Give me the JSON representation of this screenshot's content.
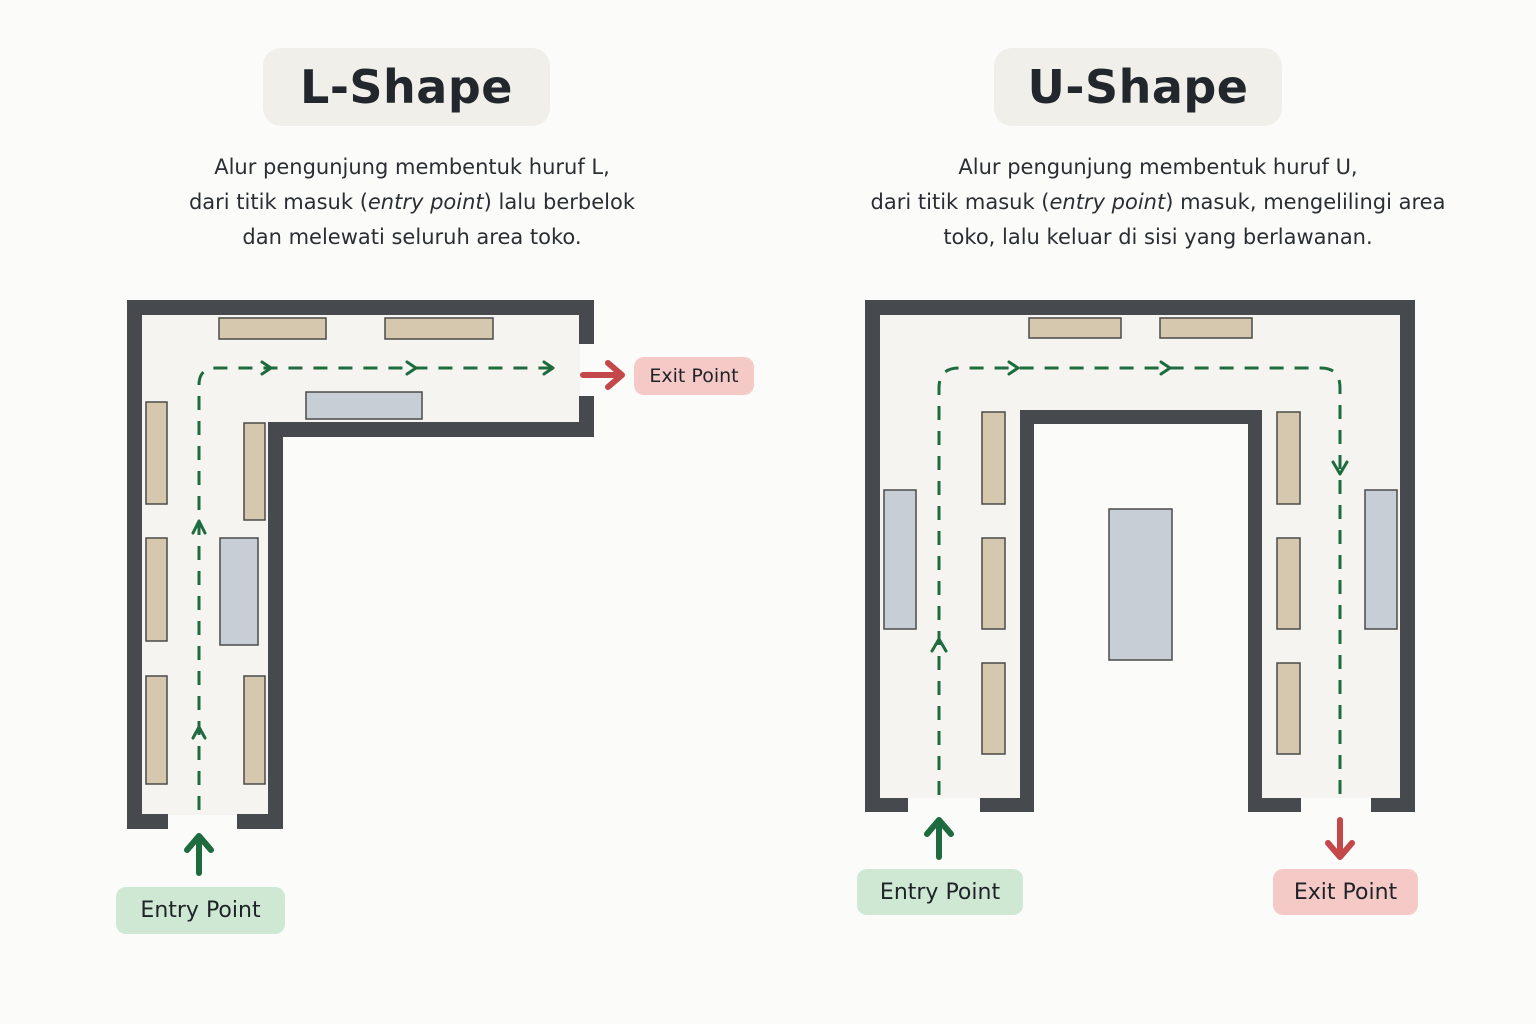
{
  "l_shape": {
    "title": "L-Shape",
    "description": {
      "line1": "Alur pengunjung membentuk huruf L,",
      "line2_prefix": "dari titik masuk (",
      "line2_emphasis": "entry point",
      "line2_suffix": ") lalu berbelok",
      "line3": "dan melewati seluruh area toko."
    },
    "entry_label": "Entry Point",
    "exit_label": "Exit Point"
  },
  "u_shape": {
    "title": "U-Shape",
    "description": {
      "line1": "Alur pengunjung membentuk huruf U,",
      "line2_prefix": "dari titik masuk (",
      "line2_emphasis": "entry point",
      "line2_suffix": ") masuk, mengelilingi area",
      "line3": "toko, lalu keluar di sisi yang berlawanan."
    },
    "entry_label": "Entry Point",
    "exit_label": "Exit Point"
  },
  "colors": {
    "wall": "#464a4f",
    "floor": "#f5f4f0",
    "shelf": "#d6c8ae",
    "display": "#c7ced6",
    "path": "#1e6b3f",
    "exit_arrow": "#c4474a",
    "entry_badge": "#cfe8d4",
    "exit_badge": "#f5c9c6"
  }
}
